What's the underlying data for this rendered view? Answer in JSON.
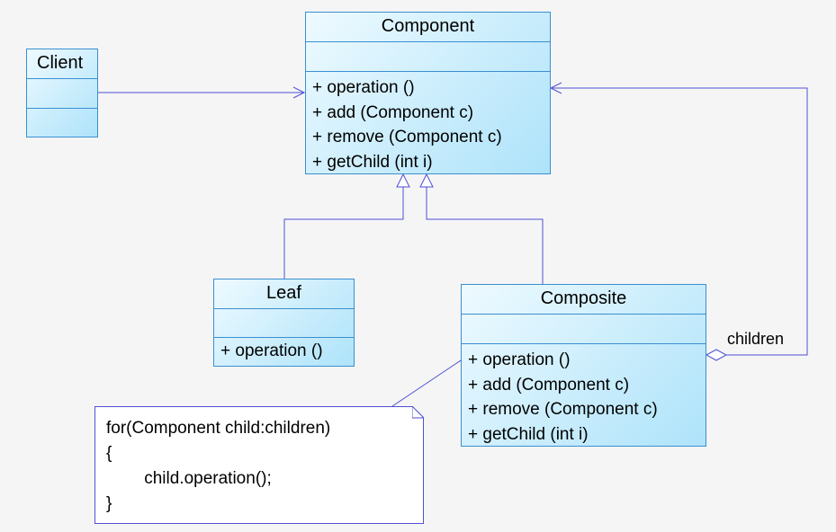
{
  "classes": {
    "component": {
      "name": "Component",
      "operations": [
        "+  operation ()",
        "+  add (Component c)",
        "+  remove (Component c)",
        "+  getChild (int i)"
      ]
    },
    "client": {
      "name": "Client"
    },
    "leaf": {
      "name": "Leaf",
      "operations": [
        "+  operation ()"
      ]
    },
    "composite": {
      "name": "Composite",
      "operations": [
        "+  operation ()",
        "+  add (Component c)",
        "+  remove (Component c)",
        "+  getChild (int i)"
      ]
    }
  },
  "association_label": "children",
  "note": {
    "lines": [
      "for(Component child:children)",
      "{",
      "        child.operation();",
      "}"
    ]
  },
  "colors": {
    "class_border": "#3b8fd0",
    "line": "#4f4fd6",
    "fill_light": "#eefaff",
    "fill_dark": "#aee3fa"
  }
}
